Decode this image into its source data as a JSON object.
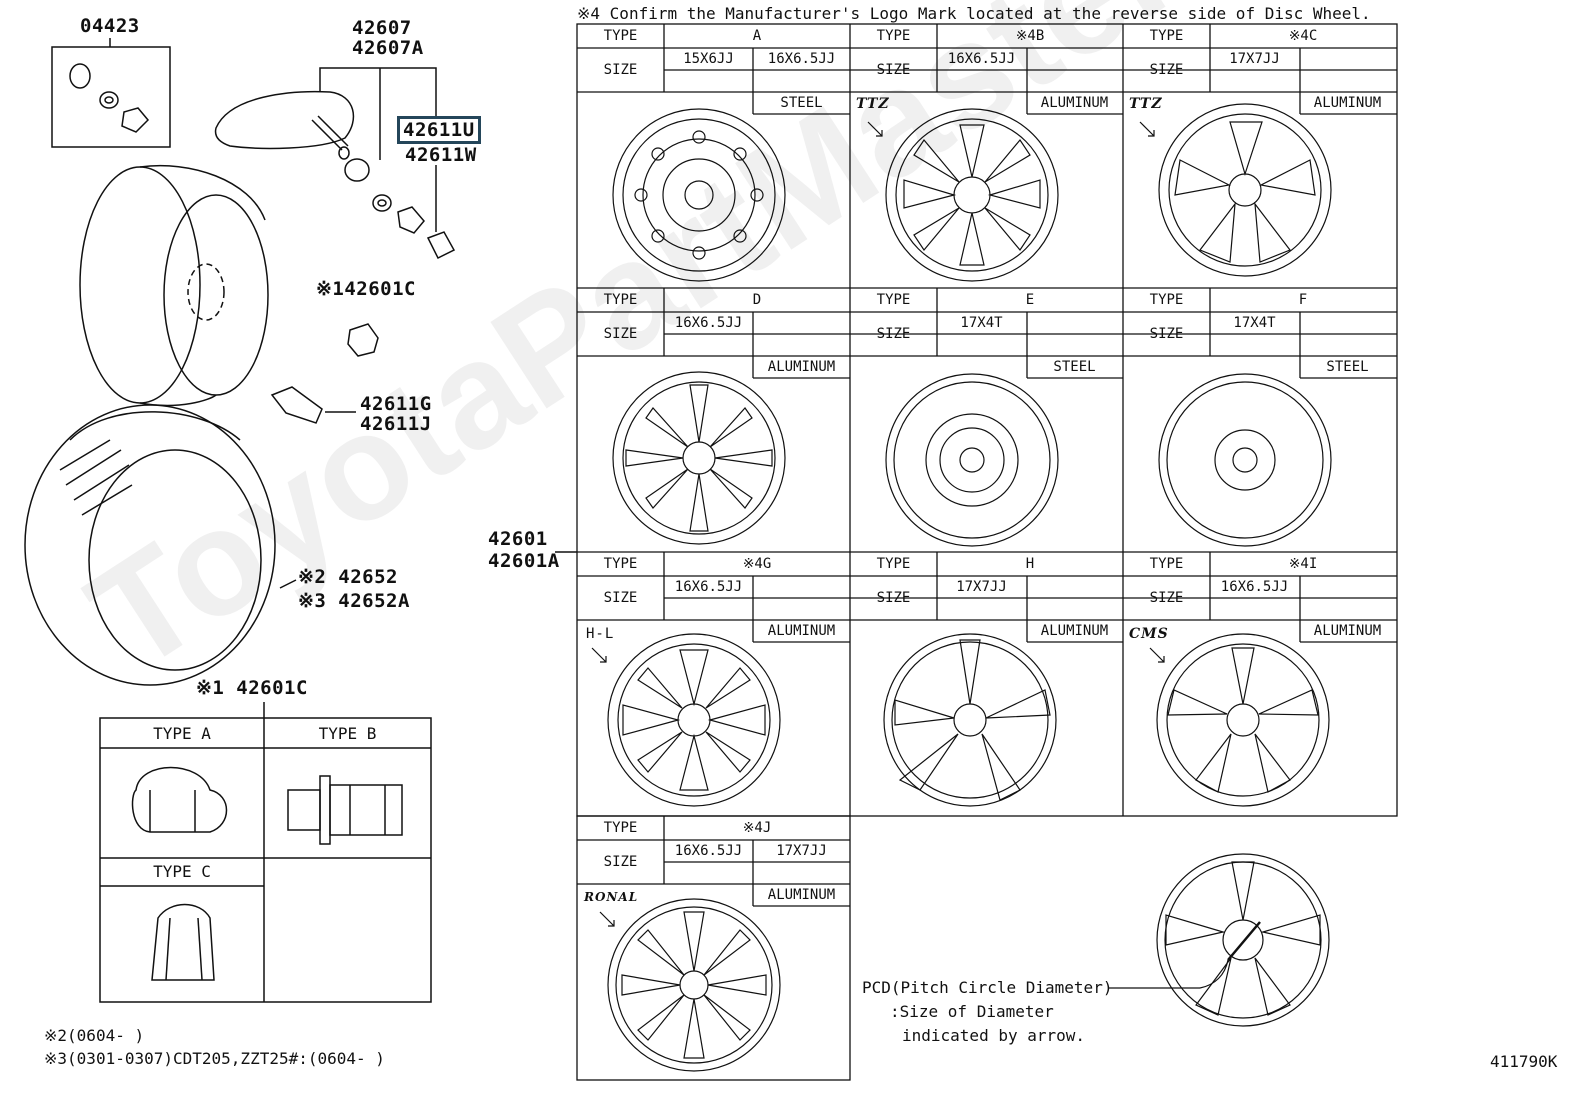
{
  "parts": {
    "p04423": "04423",
    "p42607": "42607",
    "p42607A": "42607A",
    "p42611U": "42611U",
    "p42611W": "42611W",
    "p42601C_ref": "※142601C",
    "p42611G": "42611G",
    "p42611J": "42611J",
    "p42652": "※2 42652",
    "p42652A": "※3 42652A",
    "p42601C_nut": "※1 42601C",
    "p42601": "42601",
    "p42601A": "42601A"
  },
  "nut_types": {
    "a": "TYPE A",
    "b": "TYPE B",
    "c": "TYPE C"
  },
  "footnotes": {
    "n2": "※2(0604-      )",
    "n3": "※3(0301-0307)CDT205,ZZT25#:(0604-      )"
  },
  "header_note": "※4 Confirm the Manufacturer's Logo Mark located at the reverse side of Disc Wheel.",
  "wheel_table": {
    "type_label": "TYPE",
    "size_label": "SIZE",
    "wheels": [
      {
        "type": "A",
        "size1": "15X6JJ",
        "size2": "16X6.5JJ",
        "material": "STEEL",
        "logo": ""
      },
      {
        "type": "※4B",
        "size1": "16X6.5JJ",
        "size2": "",
        "material": "ALUMINUM",
        "logo": "TTZ"
      },
      {
        "type": "※4C",
        "size1": "17X7JJ",
        "size2": "",
        "material": "ALUMINUM",
        "logo": "TTZ"
      },
      {
        "type": "D",
        "size1": "16X6.5JJ",
        "size2": "",
        "material": "ALUMINUM",
        "logo": ""
      },
      {
        "type": "E",
        "size1": "17X4T",
        "size2": "",
        "material": "STEEL",
        "logo": ""
      },
      {
        "type": "F",
        "size1": "17X4T",
        "size2": "",
        "material": "STEEL",
        "logo": ""
      },
      {
        "type": "※4G",
        "size1": "16X6.5JJ",
        "size2": "",
        "material": "ALUMINUM",
        "logo": "H-L"
      },
      {
        "type": "H",
        "size1": "17X7JJ",
        "size2": "",
        "material": "ALUMINUM",
        "logo": ""
      },
      {
        "type": "※4I",
        "size1": "16X6.5JJ",
        "size2": "",
        "material": "ALUMINUM",
        "logo": "CMS"
      },
      {
        "type": "※4J",
        "size1": "16X6.5JJ",
        "size2": "17X7JJ",
        "material": "ALUMINUM",
        "logo": "RONAL"
      }
    ]
  },
  "pcd_note": {
    "line1": "PCD(Pitch Circle Diameter)",
    "line2": ":Size of Diameter",
    "line3": "indicated by arrow."
  },
  "diagram_id": "411790K",
  "watermark": "ToyotaPartMaster.ru",
  "colors": {
    "highlight_border": "#24465a",
    "line": "#111111"
  }
}
